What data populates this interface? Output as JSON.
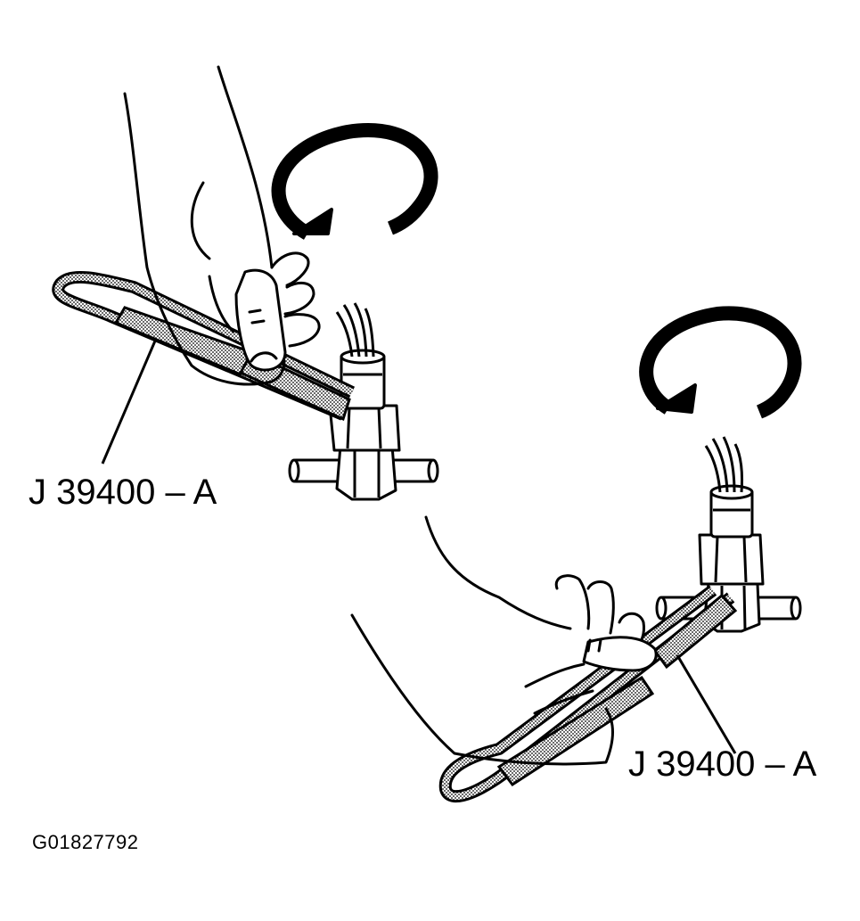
{
  "figure": {
    "tool_label_top": "J 39400 – A",
    "tool_label_bottom": "J 39400 – A",
    "figure_id": "G01827792"
  },
  "colors": {
    "ink": "#000000",
    "paper": "#ffffff",
    "strap_fill": "#9a9a9a"
  }
}
